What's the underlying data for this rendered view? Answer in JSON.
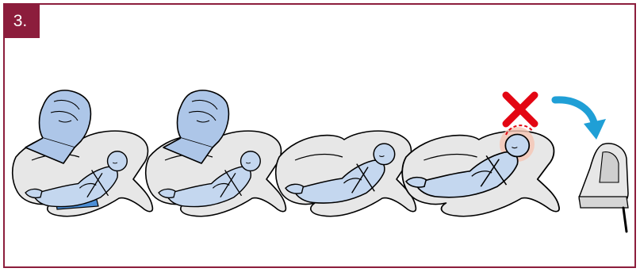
{
  "step": {
    "label": "3."
  },
  "colors": {
    "frame": "#8c1d3c",
    "badge_background": "#8c1d3c",
    "badge_text": "#ffffff",
    "seat_fill": "#e7e7e7",
    "baby_fill": "#c4d7ef",
    "insert_fill": "#adc6e8",
    "outline": "#000000",
    "seat_base_blue": "#4d8fd6",
    "warning_red": "#e30613",
    "head_halo": "#f6c6b4",
    "arrow_blue": "#1f9fd6"
  },
  "illustration": {
    "panels": [
      {
        "id": "newborn-with-insert",
        "insert_shown": true,
        "status": "ok"
      },
      {
        "id": "insert-removed",
        "insert_shown": true,
        "status": "ok"
      },
      {
        "id": "baby-without-insert",
        "insert_shown": false,
        "status": "ok"
      },
      {
        "id": "baby-outgrown-seat",
        "insert_shown": false,
        "status": "not-allowed"
      },
      {
        "id": "next-seat",
        "insert_shown": false,
        "status": "next"
      }
    ],
    "icons": [
      "cross-icon",
      "curved-arrow-icon"
    ]
  }
}
